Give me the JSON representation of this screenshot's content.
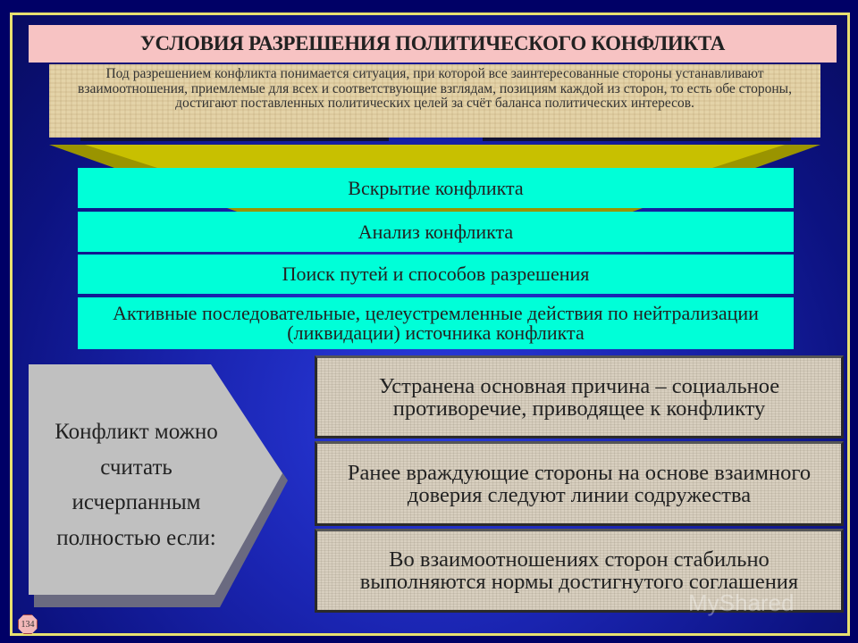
{
  "title": "УСЛОВИЯ РАЗРЕШЕНИЯ ПОЛИТИЧЕСКОГО КОНФЛИКТА",
  "definition": "Под разрешением конфликта понимается ситуация, при которой все заинтересованные стороны устанавливают взаимоотношения, приемлемые для всех и соответствующие взглядам, позициям каждой из сторон, то есть обе стороны, достигают поставленных политических целей за счёт баланса политических интересов.",
  "steps": [
    "Вскрытие конфликта",
    "Анализ конфликта",
    "Поиск путей и способов разрешения",
    "Активные последовательные, целеустремленные действия по нейтрализации (ликвидации) источника конфликта"
  ],
  "condition_intro": "Конфликт можно считать исчерпанным полностью если:",
  "conditions": [
    "Устранена основная причина – социальное противоречие, приводящее к конфликту",
    "Ранее враждующие стороны на основе взаимного доверия следуют линии содружества",
    "Во взаимоотношениях сторон стабильно выполняются нормы достигнутого соглашения"
  ],
  "page_number": "134",
  "watermark": "MyShared",
  "colors": {
    "background": "#000066",
    "frame": "#e8e070",
    "title_bg": "#f7c3c3",
    "steps_bg": "#00ffd8",
    "chevron": "#c8c000",
    "arrow": "#c0c0c0"
  }
}
